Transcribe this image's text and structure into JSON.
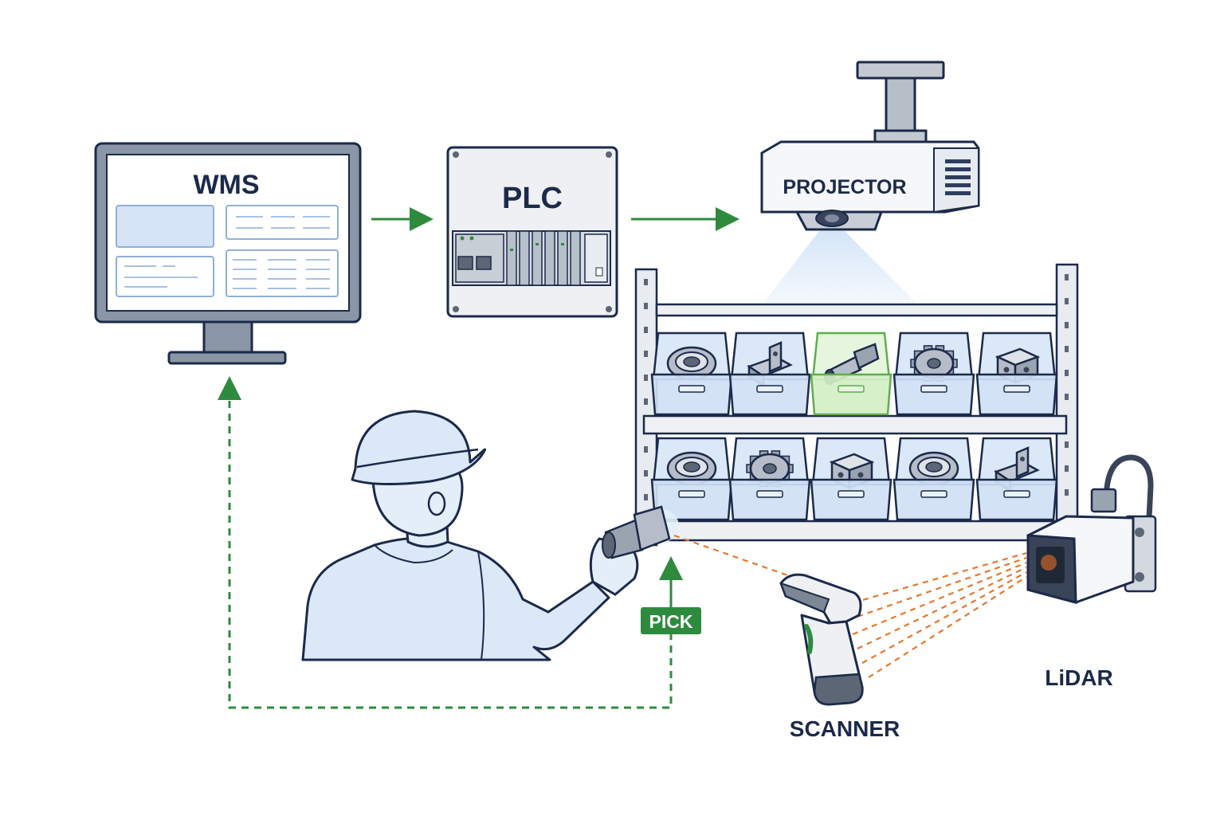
{
  "labels": {
    "wms": "WMS",
    "plc": "PLC",
    "projector": "PROJECTOR",
    "pick": "PICK",
    "scanner": "SCANNER",
    "lidar": "LiDAR"
  },
  "colors": {
    "outline": "#1b2a4a",
    "flow_arrow": "#2e8b3e",
    "laser": "#e8762d",
    "light_blue": "#dbe8f7",
    "bin_blue": "#cfe0f4",
    "highlight_green": "#7bc96a"
  },
  "bins": {
    "top_row": [
      "bearing",
      "bracket",
      "shaft",
      "gear",
      "block"
    ],
    "bottom_row": [
      "bearing",
      "gear",
      "block",
      "bearing",
      "bracket"
    ],
    "highlighted": "shaft"
  }
}
